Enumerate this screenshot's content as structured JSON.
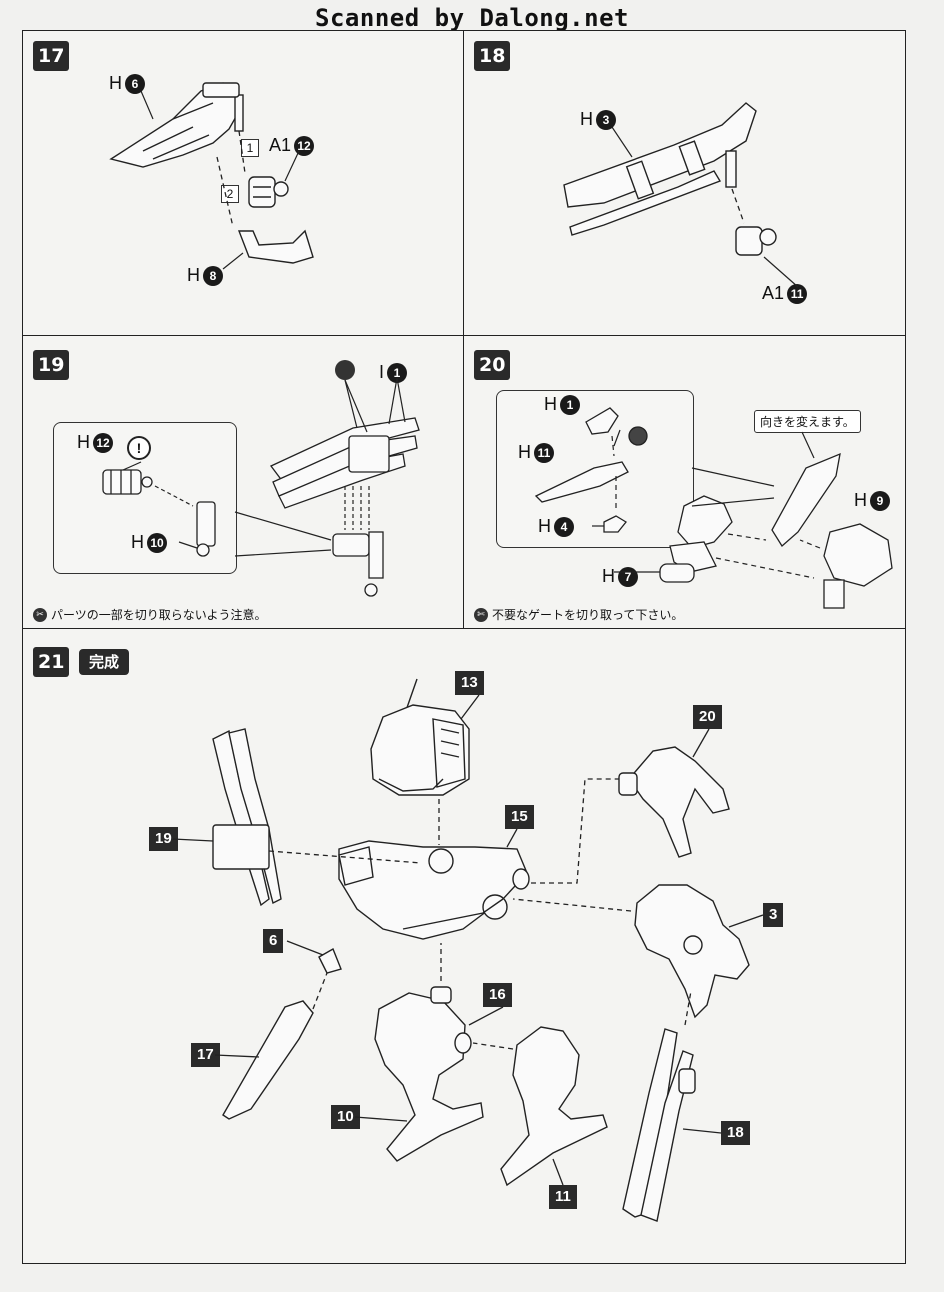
{
  "watermark": "Scanned by Dalong.net",
  "steps": {
    "s17": {
      "number": "17",
      "labels": {
        "h6_letter": "H",
        "h6_num": "6",
        "a1_letter": "A1",
        "a1_num": "12",
        "h8_letter": "H",
        "h8_num": "8"
      },
      "sequence": [
        "1",
        "2"
      ]
    },
    "s18": {
      "number": "18",
      "labels": {
        "h3_letter": "H",
        "h3_num": "3",
        "a1_letter": "A1",
        "a1_num": "11"
      }
    },
    "s19": {
      "number": "19",
      "labels": {
        "i1_letter": "I",
        "i1_num": "1",
        "h12_letter": "H",
        "h12_num": "12",
        "h10_letter": "H",
        "h10_num": "10"
      },
      "warning": "!",
      "note": "パーツの一部を切り取らないよう注意。"
    },
    "s20": {
      "number": "20",
      "labels": {
        "h1_letter": "H",
        "h1_num": "1",
        "h11_letter": "H",
        "h11_num": "11",
        "h4_letter": "H",
        "h4_num": "4",
        "h9_letter": "H",
        "h9_num": "9",
        "h7_letter": "H",
        "h7_num": "7"
      },
      "speech": "向きを変えます。",
      "note": "不要なゲートを切り取って下さい。"
    },
    "s21": {
      "number": "21",
      "badge": "完成",
      "callouts": {
        "c13": "13",
        "c20": "20",
        "c19": "19",
        "c15": "15",
        "c3": "3",
        "c6": "6",
        "c16": "16",
        "c17": "17",
        "c10": "10",
        "c18": "18",
        "c11": "11"
      }
    }
  },
  "icons": {
    "cut_note": "scissors-icon",
    "gate_note": "nipper-icon"
  }
}
